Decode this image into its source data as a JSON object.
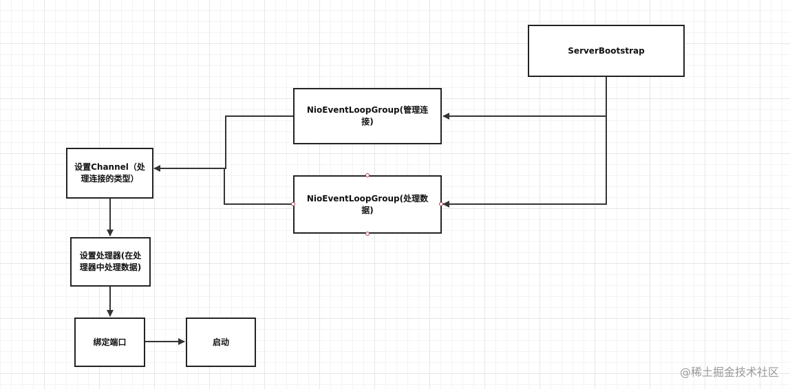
{
  "nodes": {
    "server_bootstrap": "ServerBootstrap",
    "boss_group": "NioEventLoopGroup(管理连接)",
    "worker_group": "NioEventLoopGroup(处理数据)",
    "set_channel": "设置Channel（处理连接的类型）",
    "set_handler": "设置处理器(在处理器中处理数据)",
    "bind_port": "绑定端口",
    "start": "启动"
  },
  "watermark": "@稀土掘金技术社区"
}
